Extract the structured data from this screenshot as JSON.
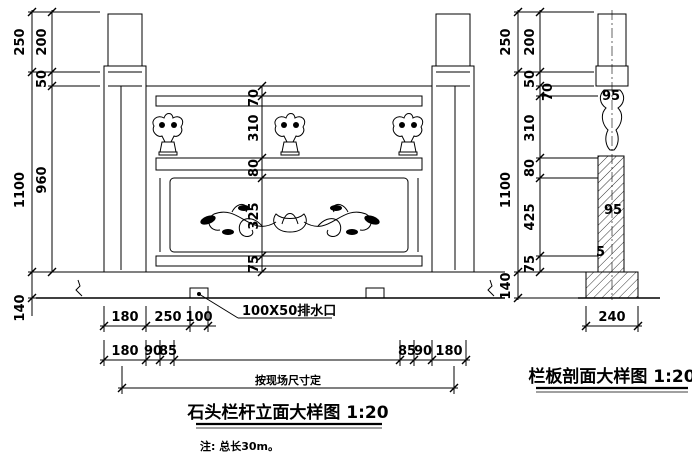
{
  "elevation": {
    "left_dims": {
      "outer": [
        "250",
        "1100",
        "140"
      ],
      "inner": [
        "200",
        "50",
        "960"
      ]
    },
    "center_dims": [
      "70",
      "310",
      "80",
      "325",
      "75"
    ],
    "bottom_row1": [
      "180",
      "250",
      "100"
    ],
    "drain_label": "100X50排水口",
    "bottom_row2_left": [
      "180",
      "90",
      "85"
    ],
    "bottom_row2_right": [
      "85",
      "90",
      "180"
    ],
    "site_note": "按现场尺寸定",
    "title": "石头栏杆立面大样图 1:20",
    "footnote": "注: 总长30m。"
  },
  "section": {
    "left_dims": {
      "outer": [
        "250",
        "1100",
        "140"
      ],
      "inner": [
        "200",
        "50",
        "70",
        "310",
        "80",
        "425",
        "75"
      ]
    },
    "right_dims": [
      "95",
      "95",
      "5"
    ],
    "width": "240",
    "title": "栏板剖面大样图 1:20"
  }
}
